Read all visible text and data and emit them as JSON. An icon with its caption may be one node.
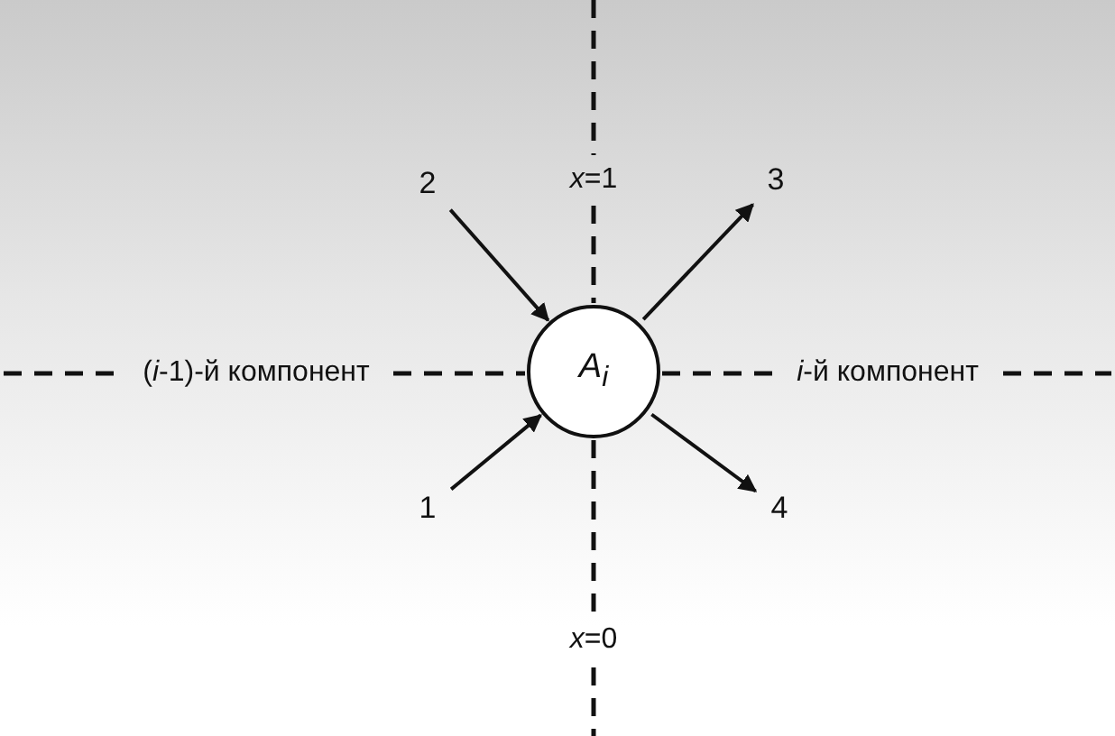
{
  "diagram": {
    "nodes": [
      {
        "text": [
          "A$_{i}$"
        ]
      },
      {
        "text": [
          "2"
        ]
      },
      {
        "text": [
          "3"
        ]
      },
      {
        "text": [
          "1"
        ]
      },
      {
        "text": [
          "4"
        ]
      }
    ],
    "edges": [
      {
        "from": 1,
        "to": 0,
        "arrow": "to"
      },
      {
        "from": 0,
        "to": 2,
        "arrow": "to"
      },
      {
        "from": 3,
        "to": 0,
        "arrow": "to"
      },
      {
        "from": 0,
        "to": 4,
        "arrow": "to"
      }
    ],
    "labels": [
      "*x*=1",
      "(*i*-1)-й компонент",
      "*i*-й компонент",
      "*x*=0"
    ]
  }
}
